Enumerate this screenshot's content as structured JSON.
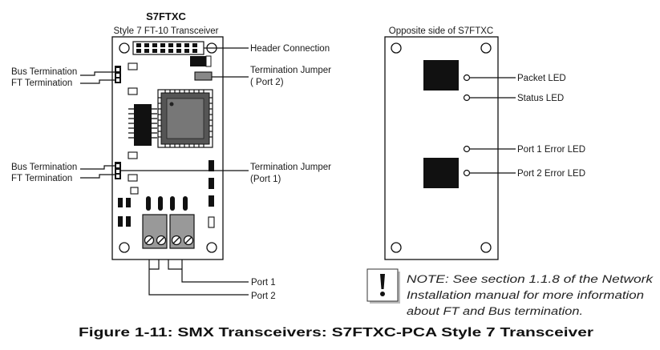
{
  "left_board": {
    "title": "S7FTXC",
    "subtitle": "Style 7 FT-10 Transceiver",
    "labels": {
      "header_connection": "Header Connection",
      "bus_termination_top": "Bus Termination",
      "ft_termination_top": "FT Termination",
      "termination_jumper_port2_line1": "Termination Jumper",
      "termination_jumper_port2_line2": "( Port 2)",
      "bus_termination_bottom": "Bus Termination",
      "ft_termination_bottom": "FT Termination",
      "termination_jumper_port1_line1": "Termination Jumper",
      "termination_jumper_port1_line2": "(Port 1)",
      "port1": "Port 1",
      "port2": "Port 2"
    }
  },
  "right_board": {
    "title": "Opposite side of S7FTXC",
    "labels": {
      "packet_led": "Packet LED",
      "status_led": "Status LED",
      "port1_error_led": "Port 1 Error LED",
      "port2_error_led": "Port 2 Error LED"
    }
  },
  "note": {
    "icon": "exclamation-icon",
    "line1": "NOTE:  See section 1.1.8 of the Network",
    "line2": "Installation manual for more information",
    "line3": "about FT and Bus termination."
  },
  "caption": "Figure 1-11:  SMX Transceivers:  S7FTXC-PCA Style 7 Transceiver"
}
